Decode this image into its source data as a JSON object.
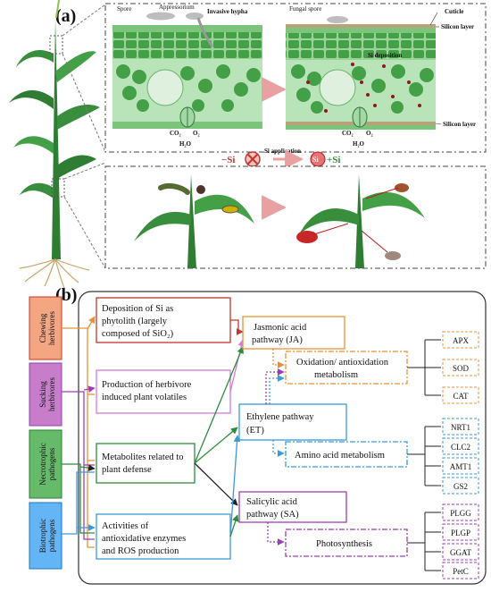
{
  "panel_a": {
    "label": "(a)",
    "top": {
      "left_labels": [
        "Spore",
        "Appressorium",
        "Invasive hypha"
      ],
      "right_labels": [
        "Fungal spore",
        "Cuticle",
        "Silicon layer",
        "Silicon layer",
        "Si deposition"
      ],
      "gas_left": [
        "CO₂",
        "O₂",
        "H₂O"
      ],
      "gas_right": [
        "CO₂",
        "O₂",
        "H₂O"
      ]
    },
    "middle": {
      "minus_si": "−Si",
      "si_application": "Si application",
      "si_symbol": "Si",
      "plus_si": "+Si"
    }
  },
  "panel_b": {
    "label": "(b)",
    "categories": [
      "Chewing herbivores",
      "Sucking herbivores",
      "Necrotrophic pathogens",
      "Biotrophic pathogens"
    ],
    "mechanisms": [
      "Deposition of Si as phytolith (largely composed of SiO₂)",
      "Production of herbivore induced plant volatiles",
      "Metabolites related to plant defense",
      "Activities of antioxidative enzymes and ROS production"
    ],
    "pathways": [
      "Jasmonic acid pathway (JA)",
      "Ethylene pathway (ET)",
      "Salicylic acid pathway (SA)"
    ],
    "processes": [
      "Oxidation/ antioxidation metabolism",
      "Amino acid metabolism",
      "Photosynthesis"
    ],
    "genes": {
      "oxidation": [
        "APX",
        "SOD",
        "CAT"
      ],
      "amino": [
        "NRT1",
        "CLC2",
        "AMT1",
        "GS2"
      ],
      "photo": [
        "PLGG",
        "PLGP",
        "GGAT",
        "PetC"
      ]
    }
  },
  "colors": {
    "chewing": "#f4a582",
    "sucking": "#c77dc9",
    "necrotrophic": "#66bb6a",
    "biotrophic": "#64b5f6",
    "deposition": "#c0392b",
    "volatiles": "#d57ad6",
    "metabolites": "#2e8b3e",
    "enzymes": "#3a9ad9",
    "ja": "#e69138",
    "et": "#3a9ad9",
    "sa": "#9b3fb5",
    "leaf": "#2e8b2e"
  }
}
